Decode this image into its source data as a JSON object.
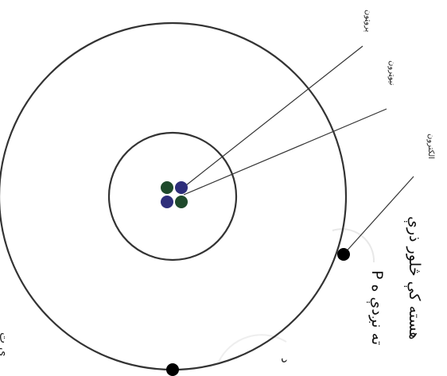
{
  "labels": {
    "proton": "پروټون",
    "neutron": "نيوټرون",
    "electron": "الكترون"
  },
  "caption": {
    "line1": "هسته کې څلور ذرې",
    "line2": "P ته نږدې ه"
  },
  "fragments": {
    "bottom_left": "ي ت",
    "bottom_mid": "د"
  },
  "colors": {
    "stroke": "#333333",
    "proton": "#2e2e7a",
    "neutron": "#1f4a2c",
    "electron": "#000000"
  },
  "icons": {
    "proton": "blue-circle",
    "neutron": "dark-green-circle",
    "electron": "black-dot"
  }
}
